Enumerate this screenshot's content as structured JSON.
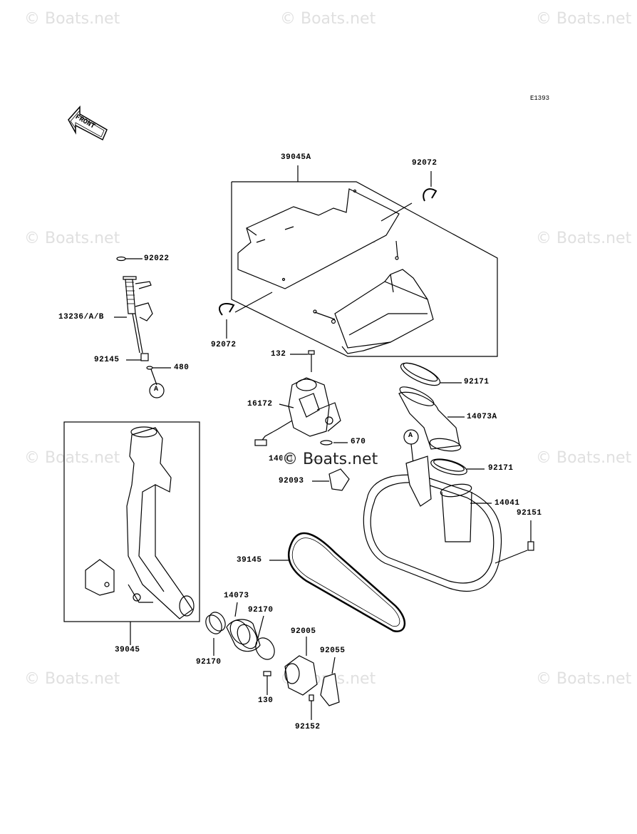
{
  "watermark": "© Boats.net",
  "diagram_ref": "E1393",
  "front_arrow_label": "FRONT",
  "parts": {
    "p39045A": "39045A",
    "p92072_top": "92072",
    "p92072_left": "92072",
    "p92022": "92022",
    "p13236": "13236/A/B",
    "p92145": "92145",
    "p480": "480",
    "pA_left": "A",
    "p132": "132",
    "p16172": "16172",
    "p92171_top": "92171",
    "p14073A": "14073A",
    "pA_right": "A",
    "p670": "670",
    "p14091": "14091",
    "p92093": "92093",
    "p92171_mid": "92171",
    "p14041": "14041",
    "p92151": "92151",
    "p39145": "39145",
    "p14073": "14073",
    "p92170_upper": "92170",
    "p92005": "92005",
    "p92055": "92055",
    "p39045": "39045",
    "p92170_lower": "92170",
    "p130": "130",
    "p92152": "92152"
  }
}
